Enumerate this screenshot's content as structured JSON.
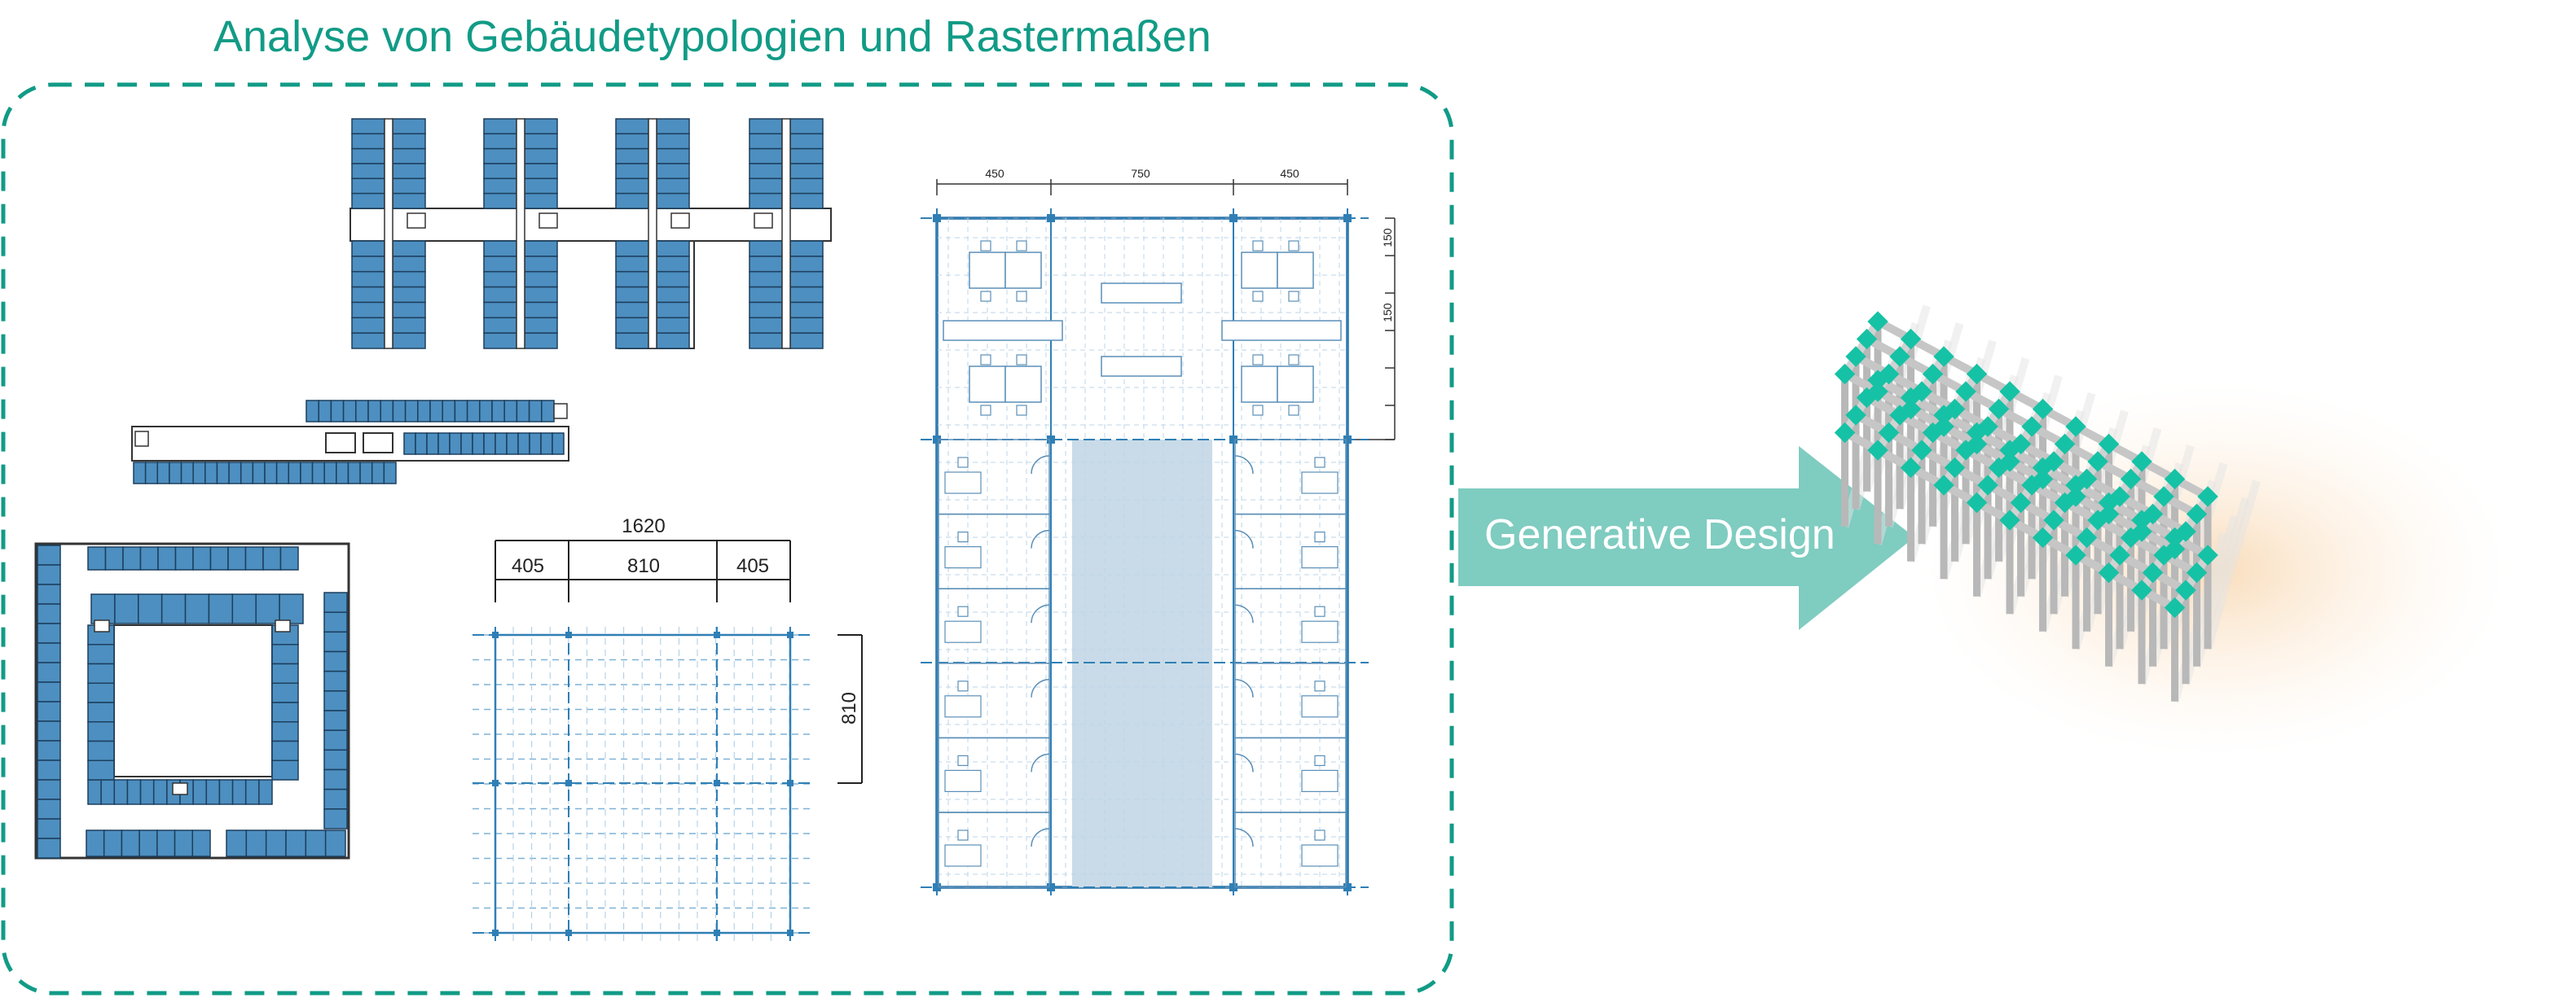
{
  "title": "Analyse von Gebäudetypologien und Rastermaßen",
  "arrow": {
    "label": "Generative Design",
    "color": "#7fccc0"
  },
  "colors": {
    "accent": "#119b86",
    "room": "#4d8fc0",
    "grid": "#2f7fb5",
    "frame_node": "#16c2a5"
  },
  "grid_plan": {
    "total": "1620",
    "spans": [
      "405",
      "810",
      "405"
    ],
    "height": "810"
  },
  "detail_plan": {
    "spans": [
      "450",
      "750",
      "450"
    ],
    "side_dims": [
      "150",
      "150"
    ]
  }
}
